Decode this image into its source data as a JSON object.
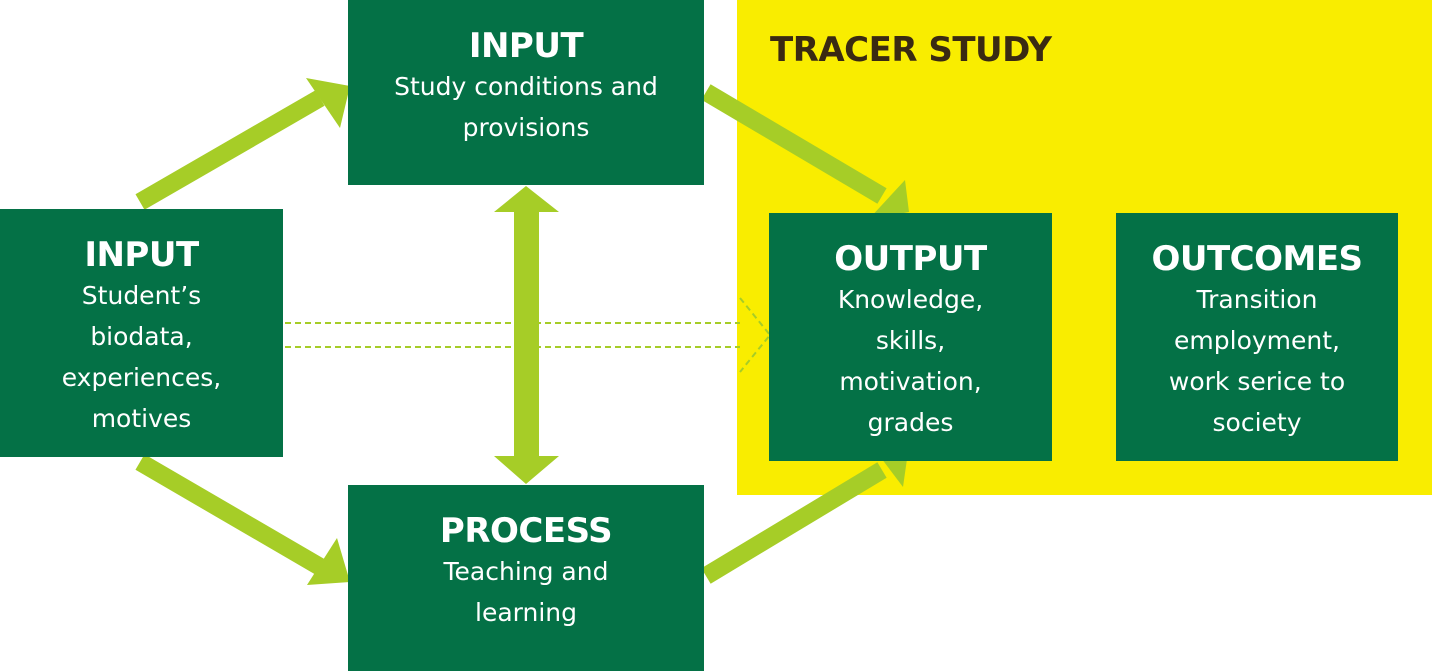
{
  "tracer_study": {
    "label": "TRACER STUDY"
  },
  "boxes": {
    "input_student": {
      "title": "INPUT",
      "lines": [
        "Student’s",
        "biodata,",
        "experiences,",
        "motives"
      ]
    },
    "input_study": {
      "title": "INPUT",
      "lines": [
        "Study conditions and",
        "provisions"
      ]
    },
    "process": {
      "title": "PROCESS",
      "lines": [
        "Teaching and",
        "learning"
      ]
    },
    "output": {
      "title": "OUTPUT",
      "lines": [
        "Knowledge,",
        "skills,",
        "motivation,",
        "grades"
      ]
    },
    "outcomes": {
      "title": "OUTCOMES",
      "lines": [
        "Transition",
        "employment,",
        "work serice to",
        "society"
      ]
    }
  },
  "colors": {
    "box_fill": "#047146",
    "arrow": "#a6cd27",
    "tracer_background": "#f9ed00",
    "tracer_text": "#3a2a12"
  }
}
